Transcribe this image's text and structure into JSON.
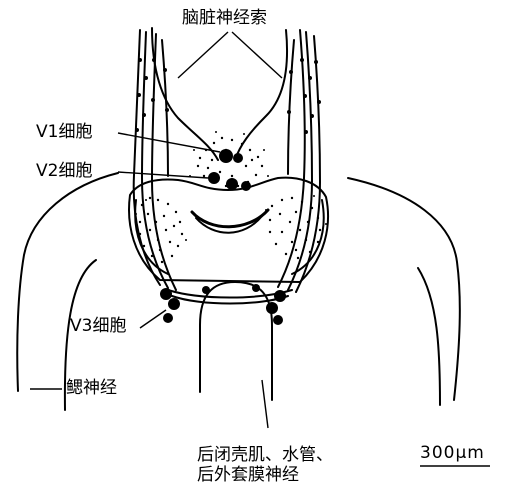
{
  "labels": {
    "nerve_cord": "脑脏神经索",
    "v1_cell": "V1细胞",
    "v2_cell": "V2细胞",
    "v3_cell": "V3细胞",
    "gill_nerve": "鳃神经",
    "nerves_line1": "后闭壳肌、水管、",
    "nerves_line2": "后外套膜神经",
    "scale_bar": "300μm"
  },
  "colors": {
    "ink": "#000000",
    "background": "#ffffff"
  }
}
